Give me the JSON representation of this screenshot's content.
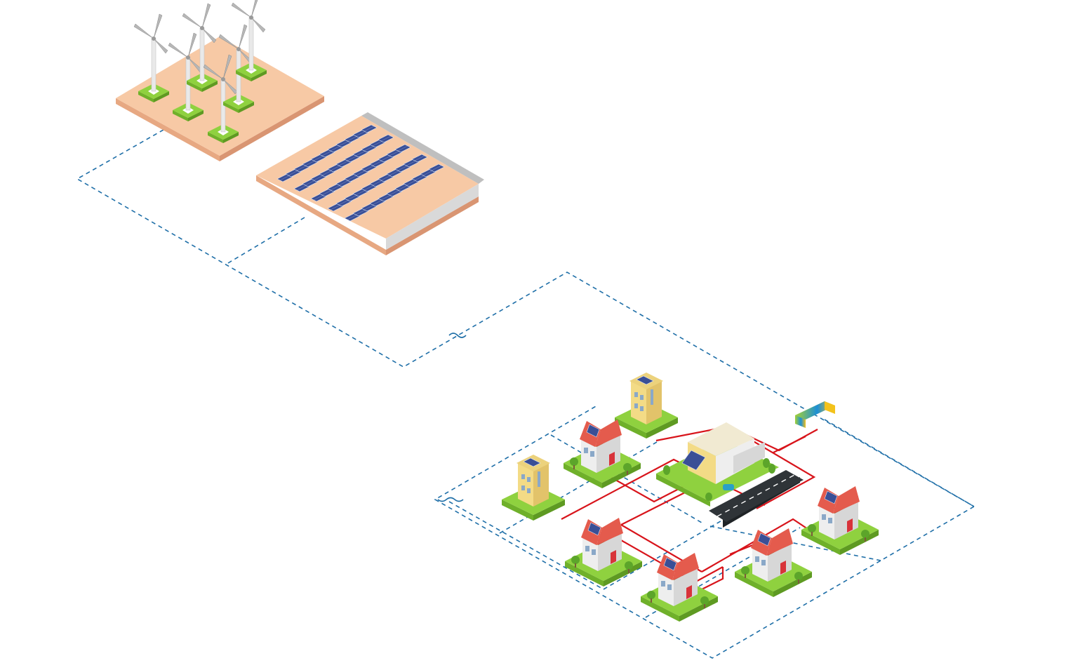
{
  "diagram": {
    "nodes": [
      {
        "id": "wind-farm",
        "icon": "wind-turbine-icon",
        "turbine_count": 6
      },
      {
        "id": "solar-park",
        "icon": "solar-panel-icon",
        "panel_count": 55
      },
      {
        "id": "smart-meter",
        "icon": "meter-box-icon",
        "colors": [
          "#a6d232",
          "#1c8fd6"
        ]
      },
      {
        "id": "neighborhood",
        "houses": 8,
        "icon": "house-icon"
      }
    ],
    "colors": {
      "grid_line": "#1f6fa8",
      "power_line": "#d8141b",
      "ground": "#f7c9a5",
      "grass": "#8fd13f",
      "solar_panel": "#3a4f96",
      "roof": "#e45b4d"
    }
  }
}
